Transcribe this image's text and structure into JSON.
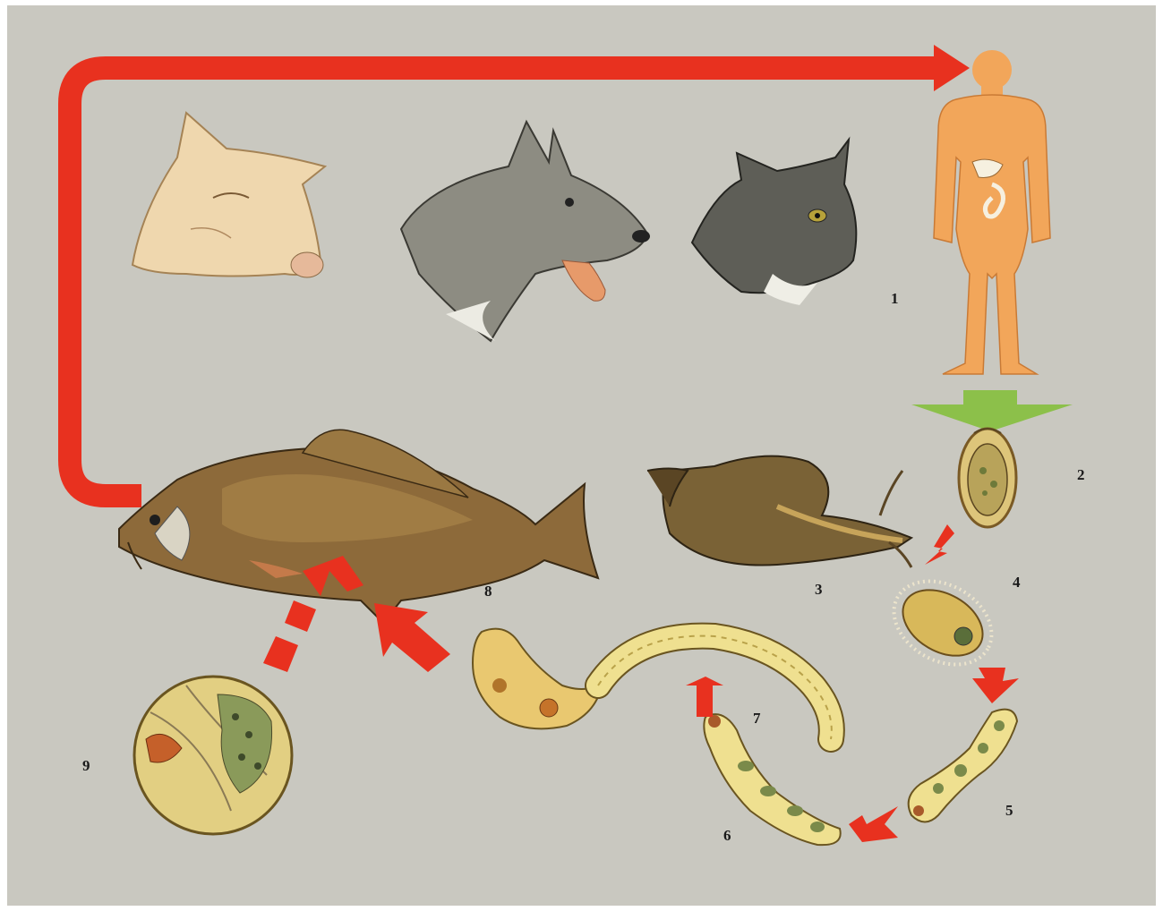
{
  "diagram": {
    "colors": {
      "background": "#c9c8c0",
      "main_arrow": "#e8311f",
      "host_arrow": "#8cc04a",
      "human_body": "#f2a65a",
      "stage_fill": "#e9d27a",
      "stage_outline": "#8a6a2a"
    },
    "stages": [
      {
        "id": "human",
        "label": "1",
        "icon": "human-body-icon"
      },
      {
        "id": "egg",
        "label": "2",
        "icon": "egg-icon"
      },
      {
        "id": "snail",
        "label": "3",
        "icon": "snail-icon"
      },
      {
        "id": "miracidium",
        "label": "4",
        "icon": "miracidium-icon"
      },
      {
        "id": "sporocyst",
        "label": "5",
        "icon": "sporocyst-icon"
      },
      {
        "id": "redia",
        "label": "6",
        "icon": "redia-icon"
      },
      {
        "id": "cercaria",
        "label": "7",
        "icon": "cercaria-icon"
      },
      {
        "id": "fish",
        "label": "8",
        "icon": "carp-fish-icon"
      },
      {
        "id": "metacercaria",
        "label": "9",
        "icon": "metacercaria-cyst-icon"
      }
    ],
    "reservoir_hosts": [
      {
        "id": "pig",
        "icon": "pig-head-icon"
      },
      {
        "id": "dog",
        "icon": "dog-head-icon"
      },
      {
        "id": "cat",
        "icon": "cat-head-icon"
      }
    ]
  }
}
